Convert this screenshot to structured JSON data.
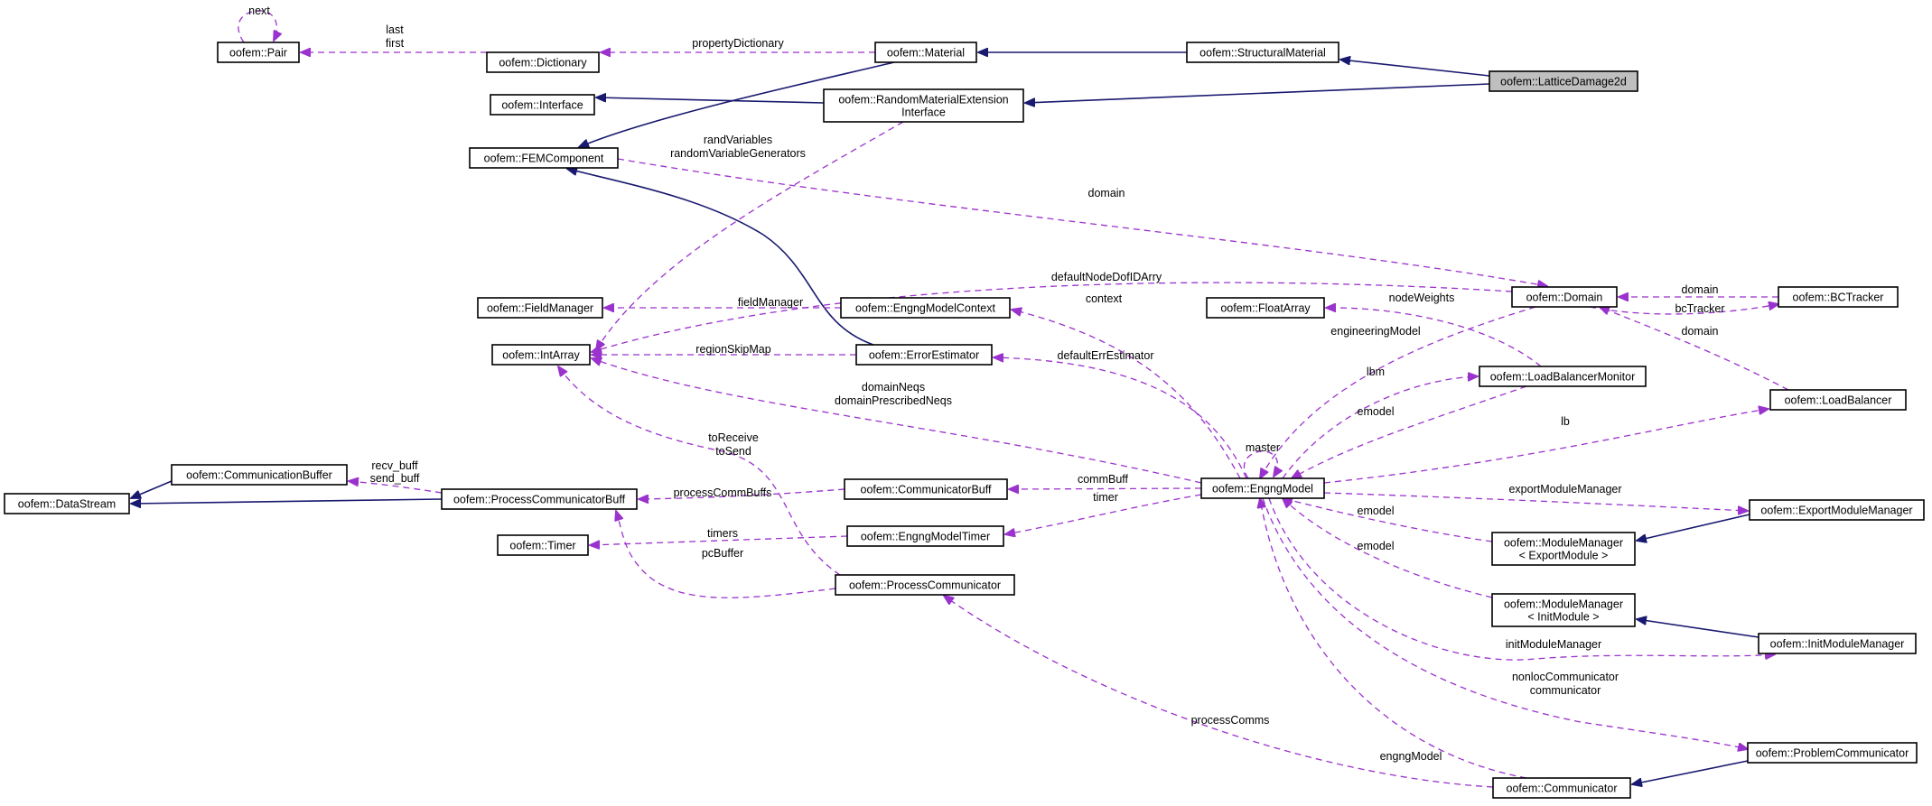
{
  "colors": {
    "inheritance": "#191970",
    "usage": "#9a32cd",
    "focus_fill": "#bfbfbf",
    "node_border": "#000000"
  },
  "nodes": [
    {
      "id": "Pair",
      "label": [
        "oofem::Pair"
      ]
    },
    {
      "id": "Dictionary",
      "label": [
        "oofem::Dictionary"
      ]
    },
    {
      "id": "Material",
      "label": [
        "oofem::Material"
      ]
    },
    {
      "id": "StructuralMaterial",
      "label": [
        "oofem::StructuralMaterial"
      ]
    },
    {
      "id": "LatticeDamage2d",
      "label": [
        "oofem::LatticeDamage2d"
      ]
    },
    {
      "id": "Interface",
      "label": [
        "oofem::Interface"
      ]
    },
    {
      "id": "RandomMaterialExtensionInterface",
      "label": [
        "oofem::RandomMaterialExtension",
        "Interface"
      ]
    },
    {
      "id": "FEMComponent",
      "label": [
        "oofem::FEMComponent"
      ]
    },
    {
      "id": "FieldManager",
      "label": [
        "oofem::FieldManager"
      ]
    },
    {
      "id": "EngngModelContext",
      "label": [
        "oofem::EngngModelContext"
      ]
    },
    {
      "id": "IntArray",
      "label": [
        "oofem::IntArray"
      ]
    },
    {
      "id": "ErrorEstimator",
      "label": [
        "oofem::ErrorEstimator"
      ]
    },
    {
      "id": "FloatArray",
      "label": [
        "oofem::FloatArray"
      ]
    },
    {
      "id": "Domain",
      "label": [
        "oofem::Domain"
      ]
    },
    {
      "id": "BCTracker",
      "label": [
        "oofem::BCTracker"
      ]
    },
    {
      "id": "LoadBalancerMonitor",
      "label": [
        "oofem::LoadBalancerMonitor"
      ]
    },
    {
      "id": "LoadBalancer",
      "label": [
        "oofem::LoadBalancer"
      ]
    },
    {
      "id": "CommunicationBuffer",
      "label": [
        "oofem::CommunicationBuffer"
      ]
    },
    {
      "id": "DataStream",
      "label": [
        "oofem::DataStream"
      ]
    },
    {
      "id": "ProcessCommunicatorBuff",
      "label": [
        "oofem::ProcessCommunicatorBuff"
      ]
    },
    {
      "id": "CommunicatorBuff",
      "label": [
        "oofem::CommunicatorBuff"
      ]
    },
    {
      "id": "EngngModel",
      "label": [
        "oofem::EngngModel"
      ]
    },
    {
      "id": "ExportModuleManager",
      "label": [
        "oofem::ExportModuleManager"
      ]
    },
    {
      "id": "Timer",
      "label": [
        "oofem::Timer"
      ]
    },
    {
      "id": "EngngModelTimer",
      "label": [
        "oofem::EngngModelTimer"
      ]
    },
    {
      "id": "ModuleManagerExport",
      "label": [
        "oofem::ModuleManager",
        "< ExportModule >"
      ]
    },
    {
      "id": "ProcessCommunicator",
      "label": [
        "oofem::ProcessCommunicator"
      ]
    },
    {
      "id": "ModuleManagerInit",
      "label": [
        "oofem::ModuleManager",
        "< InitModule >"
      ]
    },
    {
      "id": "InitModuleManager",
      "label": [
        "oofem::InitModuleManager"
      ]
    },
    {
      "id": "ProblemCommunicator",
      "label": [
        "oofem::ProblemCommunicator"
      ]
    },
    {
      "id": "Communicator",
      "label": [
        "oofem::Communicator"
      ]
    }
  ],
  "edges": [
    {
      "id": "e-pair-next",
      "kind": "use",
      "from": "Pair",
      "to": "Pair",
      "label": [
        "next"
      ]
    },
    {
      "id": "e-dict-pair",
      "kind": "use",
      "from": "Dictionary",
      "to": "Pair",
      "label": [
        "last",
        "first"
      ]
    },
    {
      "id": "e-mat-dict",
      "kind": "use",
      "from": "Material",
      "to": "Dictionary",
      "label": [
        "propertyDictionary"
      ]
    },
    {
      "id": "e-sm-mat",
      "kind": "inheritance",
      "from": "StructuralMaterial",
      "to": "Material",
      "label": []
    },
    {
      "id": "e-ld-sm",
      "kind": "inheritance",
      "from": "LatticeDamage2d",
      "to": "StructuralMaterial",
      "label": []
    },
    {
      "id": "e-ld-rme",
      "kind": "inheritance",
      "from": "LatticeDamage2d",
      "to": "RandomMaterialExtensionInterface",
      "label": []
    },
    {
      "id": "e-rme-iface",
      "kind": "inheritance",
      "from": "RandomMaterialExtensionInterface",
      "to": "Interface",
      "label": []
    },
    {
      "id": "e-mat-fem",
      "kind": "inheritance",
      "from": "Material",
      "to": "FEMComponent",
      "label": []
    },
    {
      "id": "e-ee-fem",
      "kind": "inheritance",
      "from": "ErrorEstimator",
      "to": "FEMComponent",
      "label": []
    },
    {
      "id": "e-rme-intarray",
      "kind": "use",
      "from": "RandomMaterialExtensionInterface",
      "to": "IntArray",
      "label": [
        "randVariables",
        "randomVariableGenerators"
      ]
    },
    {
      "id": "e-fem-domain",
      "kind": "use",
      "from": "FEMComponent",
      "to": "Domain",
      "label": [
        "domain"
      ]
    },
    {
      "id": "e-domain-intarray",
      "kind": "use",
      "from": "Domain",
      "to": "IntArray",
      "label": [
        "defaultNodeDofIDArry"
      ]
    },
    {
      "id": "e-emc-fm",
      "kind": "use",
      "from": "EngngModelContext",
      "to": "FieldManager",
      "label": [
        "fieldManager"
      ]
    },
    {
      "id": "e-ee-intarray",
      "kind": "use",
      "from": "ErrorEstimator",
      "to": "IntArray",
      "label": [
        "regionSkipMap"
      ]
    },
    {
      "id": "e-em-emc",
      "kind": "use",
      "from": "EngngModel",
      "to": "EngngModelContext",
      "label": [
        "context"
      ]
    },
    {
      "id": "e-em-ee",
      "kind": "use",
      "from": "EngngModel",
      "to": "ErrorEstimator",
      "label": [
        "defaultErrEstimator"
      ]
    },
    {
      "id": "e-em-intarray",
      "kind": "use",
      "from": "EngngModel",
      "to": "IntArray",
      "label": [
        "domainNeqs",
        "domainPrescribedNeqs"
      ]
    },
    {
      "id": "e-domain-em",
      "kind": "use",
      "from": "Domain",
      "to": "EngngModel",
      "label": [
        "engineeringModel"
      ]
    },
    {
      "id": "e-lbm-fa",
      "kind": "use",
      "from": "LoadBalancerMonitor",
      "to": "FloatArray",
      "label": [
        "nodeWeights"
      ]
    },
    {
      "id": "e-bct-domain",
      "kind": "use",
      "from": "BCTracker",
      "to": "Domain",
      "label": [
        "domain"
      ]
    },
    {
      "id": "e-domain-bct",
      "kind": "use",
      "from": "Domain",
      "to": "BCTracker",
      "label": [
        "bcTracker"
      ]
    },
    {
      "id": "e-lb-domain",
      "kind": "use",
      "from": "LoadBalancer",
      "to": "Domain",
      "label": [
        "domain"
      ]
    },
    {
      "id": "e-em-lbm",
      "kind": "use",
      "from": "EngngModel",
      "to": "LoadBalancerMonitor",
      "label": [
        "lbm"
      ]
    },
    {
      "id": "e-lbm-em",
      "kind": "use",
      "from": "LoadBalancerMonitor",
      "to": "EngngModel",
      "label": [
        "emodel"
      ]
    },
    {
      "id": "e-em-lb",
      "kind": "use",
      "from": "EngngModel",
      "to": "LoadBalancer",
      "label": [
        "lb"
      ]
    },
    {
      "id": "e-em-master",
      "kind": "use",
      "from": "EngngModel",
      "to": "EngngModel",
      "label": [
        "master"
      ]
    },
    {
      "id": "e-cb-ds",
      "kind": "inheritance",
      "from": "CommunicationBuffer",
      "to": "DataStream",
      "label": []
    },
    {
      "id": "e-pcb-ds",
      "kind": "inheritance",
      "from": "ProcessCommunicatorBuff",
      "to": "DataStream",
      "label": []
    },
    {
      "id": "e-pcb-cb",
      "kind": "use",
      "from": "ProcessCommunicatorBuff",
      "to": "CommunicationBuffer",
      "label": [
        "recv_buff",
        "send_buff"
      ]
    },
    {
      "id": "e-pc-intarray",
      "kind": "use",
      "from": "ProcessCommunicator",
      "to": "IntArray",
      "label": [
        "toReceive",
        "toSend"
      ]
    },
    {
      "id": "e-cbuff-pcb",
      "kind": "use",
      "from": "CommunicatorBuff",
      "to": "ProcessCommunicatorBuff",
      "label": [
        "processCommBuffs"
      ]
    },
    {
      "id": "e-em-cbuff",
      "kind": "use",
      "from": "EngngModel",
      "to": "CommunicatorBuff",
      "label": [
        "commBuff"
      ]
    },
    {
      "id": "e-em-emt",
      "kind": "use",
      "from": "EngngModel",
      "to": "EngngModelTimer",
      "label": [
        "timer"
      ]
    },
    {
      "id": "e-emt-timer",
      "kind": "use",
      "from": "EngngModelTimer",
      "to": "Timer",
      "label": [
        "timers"
      ]
    },
    {
      "id": "e-pc-pcb",
      "kind": "use",
      "from": "ProcessCommunicator",
      "to": "ProcessCommunicatorBuff",
      "label": [
        "pcBuffer"
      ]
    },
    {
      "id": "e-em-emm",
      "kind": "use",
      "from": "EngngModel",
      "to": "ExportModuleManager",
      "label": [
        "exportModuleManager"
      ]
    },
    {
      "id": "e-emm-mme",
      "kind": "inheritance",
      "from": "ExportModuleManager",
      "to": "ModuleManagerExport",
      "label": []
    },
    {
      "id": "e-mme-em",
      "kind": "use",
      "from": "ModuleManagerExport",
      "to": "EngngModel",
      "label": [
        "emodel"
      ]
    },
    {
      "id": "e-mmi-em",
      "kind": "use",
      "from": "ModuleManagerInit",
      "to": "EngngModel",
      "label": [
        "emodel"
      ]
    },
    {
      "id": "e-imm-mmi",
      "kind": "inheritance",
      "from": "InitModuleManager",
      "to": "ModuleManagerInit",
      "label": []
    },
    {
      "id": "e-em-imm",
      "kind": "use",
      "from": "EngngModel",
      "to": "InitModuleManager",
      "label": [
        "initModuleManager"
      ]
    },
    {
      "id": "e-em-pcomm",
      "kind": "use",
      "from": "EngngModel",
      "to": "ProblemCommunicator",
      "label": [
        "nonlocCommunicator",
        "communicator"
      ]
    },
    {
      "id": "e-pcomm-comm",
      "kind": "inheritance",
      "from": "ProblemCommunicator",
      "to": "Communicator",
      "label": []
    },
    {
      "id": "e-comm-pc",
      "kind": "use",
      "from": "Communicator",
      "to": "ProcessCommunicator",
      "label": [
        "processComms"
      ]
    },
    {
      "id": "e-comm-em",
      "kind": "use",
      "from": "Communicator",
      "to": "EngngModel",
      "label": [
        "engngModel"
      ]
    }
  ]
}
